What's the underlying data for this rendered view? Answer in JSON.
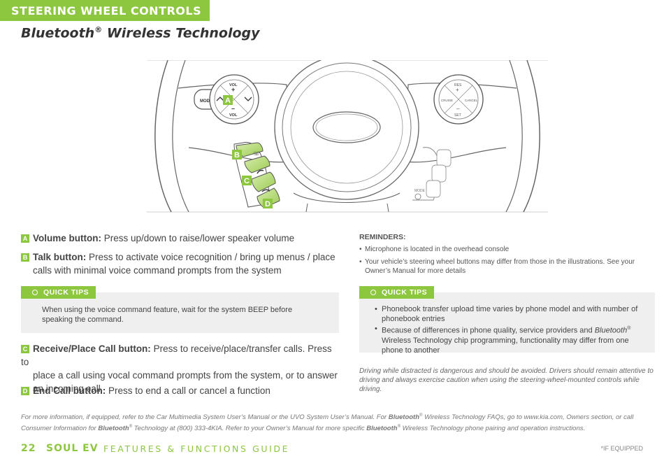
{
  "header": {
    "section": "STEERING WHEEL CONTROLS",
    "title_main": "Bluetooth",
    "title_sup": "®",
    "title_rest": " Wireless Technology"
  },
  "illustration": {
    "left_pad": {
      "mode": "MODE",
      "vol_top": "VOL",
      "vol_bottom": "VOL",
      "plus": "+",
      "minus": "–"
    },
    "right_pad": {
      "res": "RES",
      "set": "SET",
      "cruise": "CRUISE",
      "cancel": "CANCEL",
      "plus": "+",
      "minus": "–"
    },
    "right_mode": "MODE",
    "callouts": [
      "A",
      "B",
      "C",
      "D"
    ]
  },
  "items": [
    {
      "letter": "A",
      "label": "Volume button:",
      "text": " Press up/down to raise/lower speaker volume",
      "cont": ""
    },
    {
      "letter": "B",
      "label": "Talk button:",
      "text": " Press to activate voice recognition / bring up menus / place",
      "cont": "calls with minimal voice command prompts from the system"
    },
    {
      "letter": "C",
      "label": "Receive/Place Call button:",
      "text": " Press to receive/place/transfer calls. Press to",
      "cont": "place a call using vocal command prompts from the system, or to answer an incoming call"
    },
    {
      "letter": "D",
      "label": "End Call button:",
      "text": " Press to end a call or cancel a function",
      "cont": ""
    }
  ],
  "quick_tips_left": {
    "heading": "QUICK TIPS",
    "text": "When using the voice command feature, wait for the system BEEP before speaking the command."
  },
  "reminders": {
    "heading": "REMINDERS:",
    "items": [
      "Microphone is located in the overhead console",
      "Your vehicle’s steering wheel buttons may differ from those in the illustrations. See your Owner’s Manual for more details"
    ]
  },
  "quick_tips_right": {
    "heading": "QUICK TIPS",
    "item1": "Phonebook transfer upload time varies by phone model and with number of phonebook entries",
    "item2_a": "Because of differences in phone quality, service providers and ",
    "item2_b": "Bluetooth",
    "item2_sup": "®",
    "item2_c": " Wireless Technology chip programming, functionality may differ from one phone to another"
  },
  "warning": "Driving while distracted is dangerous and should be avoided. Drivers should remain attentive to driving and always exercise caution when using the steering-wheel-mounted controls while driving.",
  "more_info": {
    "p1": "For more information, if equipped, refer to the Car Multimedia System User’s Manual or the UVO System User’s Manual. For ",
    "b1": "Bluetooth",
    "s1": "®",
    "p2": " Wireless Technology FAQs, go to www.kia.com, Owners section, or call Consumer Information for ",
    "b2": "Bluetooth",
    "s2": "®",
    "p3": " Technology at (800) 333-4KIA. Refer to your Owner’s Manual for more specific ",
    "b3": "Bluetooth",
    "s3": "®",
    "p4": " Wireless Technology phone pairing and operation instructions."
  },
  "footer": {
    "page_number": "22",
    "model": "SOUL EV",
    "guide": "FEATURES & FUNCTIONS GUIDE",
    "if_equipped": "*IF EQUIPPED"
  },
  "colors": {
    "accent": "#8dc63f",
    "panel": "#efefef"
  }
}
